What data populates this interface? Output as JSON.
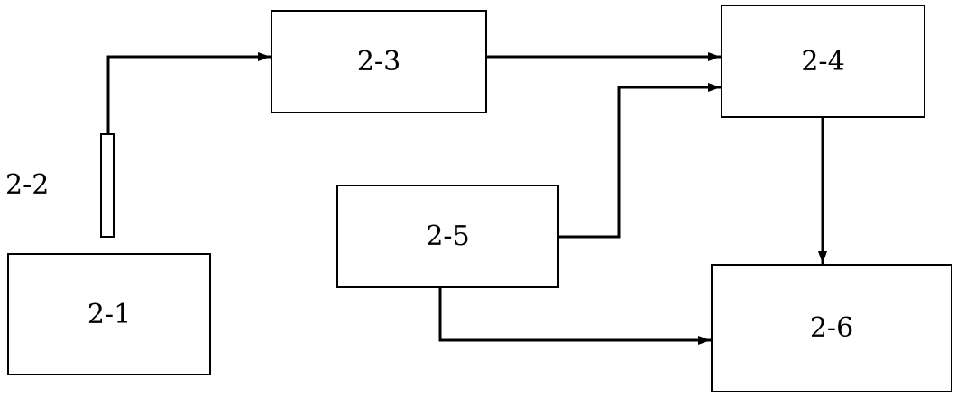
{
  "blocks": {
    "b21": "2-1",
    "b23": "2-3",
    "b24": "2-4",
    "b25": "2-5",
    "b26": "2-6"
  },
  "side_label": "2-2"
}
